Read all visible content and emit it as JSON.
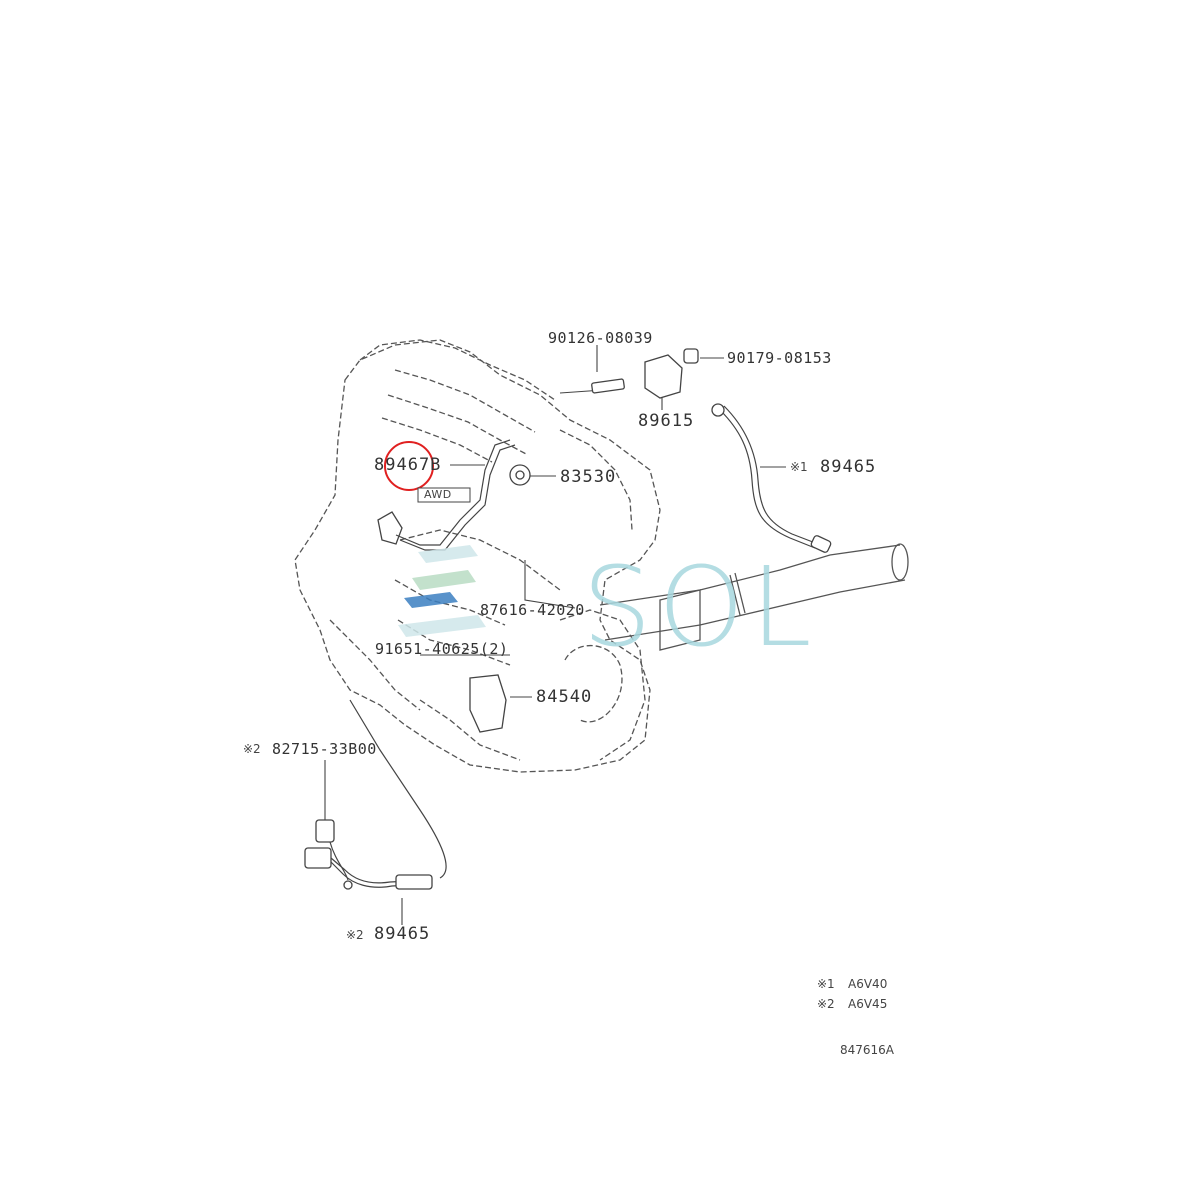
{
  "parts": {
    "bolt": "90126-08039",
    "washer": "90179-08153",
    "sensor_89615": "89615",
    "sensor_89467": "89467B",
    "switch_83530": "83530",
    "sensor_89465_right": "89465",
    "mark_right": "※1",
    "bracket_87616": "87616-42020",
    "clamp_91651": "91651-40625(2)",
    "switch_84540": "84540",
    "sensor_82715": "82715-33B00",
    "mark_82715": "※2",
    "sensor_89465_bottom": "89465",
    "mark_bottom": "※2",
    "small_tag": "AWD"
  },
  "notes": {
    "note1_mark": "※1",
    "note1_text": "A6V40",
    "note2_mark": "※2",
    "note2_text": "A6V45",
    "diagram_code": "847616A"
  },
  "watermark": {
    "text": "SOL",
    "color": "#a8d8df"
  },
  "highlight": {
    "color": "#e02020",
    "target": "89467B"
  }
}
